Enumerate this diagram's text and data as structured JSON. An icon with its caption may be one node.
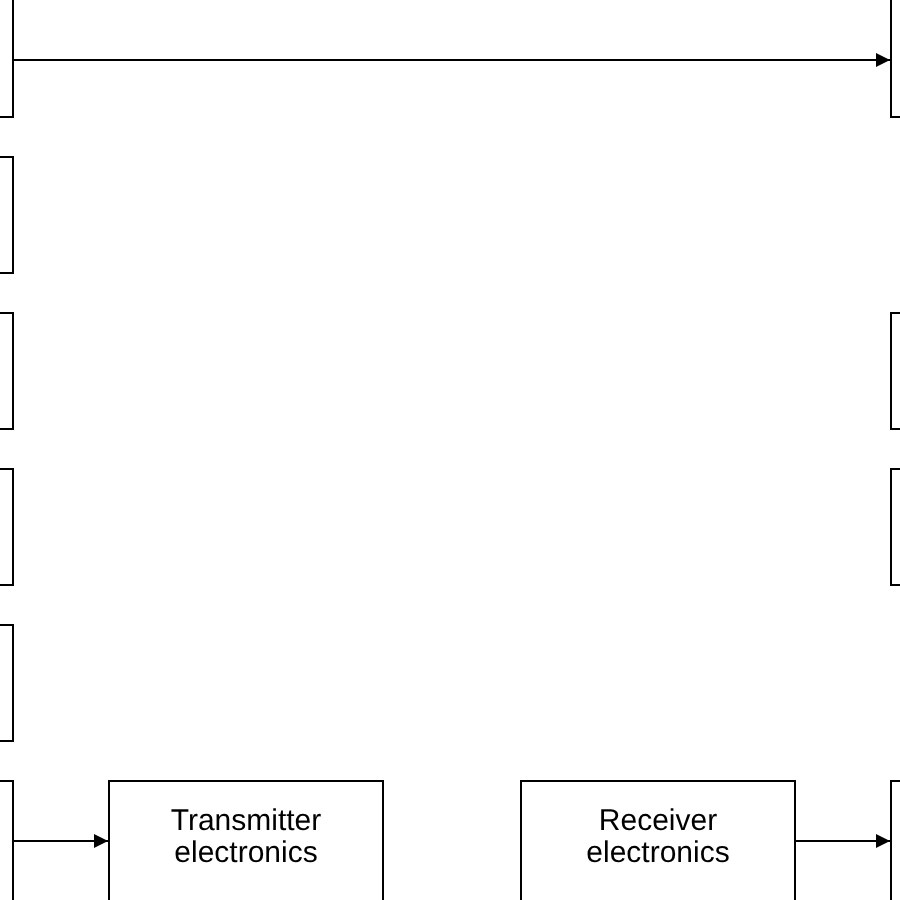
{
  "diagram": {
    "nodes": [
      {
        "text": [],
        "shape": "box"
      },
      {
        "text": [],
        "shape": "box"
      },
      {
        "text": [],
        "shape": "box"
      },
      {
        "text": [],
        "shape": "box"
      },
      {
        "text": [],
        "shape": "box"
      },
      {
        "text": [],
        "shape": "box"
      },
      {
        "text": [],
        "shape": "box"
      },
      {
        "text": [],
        "shape": "box"
      },
      {
        "text": [],
        "shape": "box"
      },
      {
        "text": [
          "Transmitter electronics"
        ]
      },
      {
        "text": [
          "Receiver electronics"
        ]
      },
      {
        "text": [],
        "shape": "box"
      }
    ],
    "edges": [
      {
        "from": 0,
        "to": 1,
        "arrow": "to"
      },
      {
        "from": 8,
        "to": 9,
        "arrow": "to"
      },
      {
        "from": 10,
        "to": 11,
        "arrow": "to"
      }
    ]
  }
}
